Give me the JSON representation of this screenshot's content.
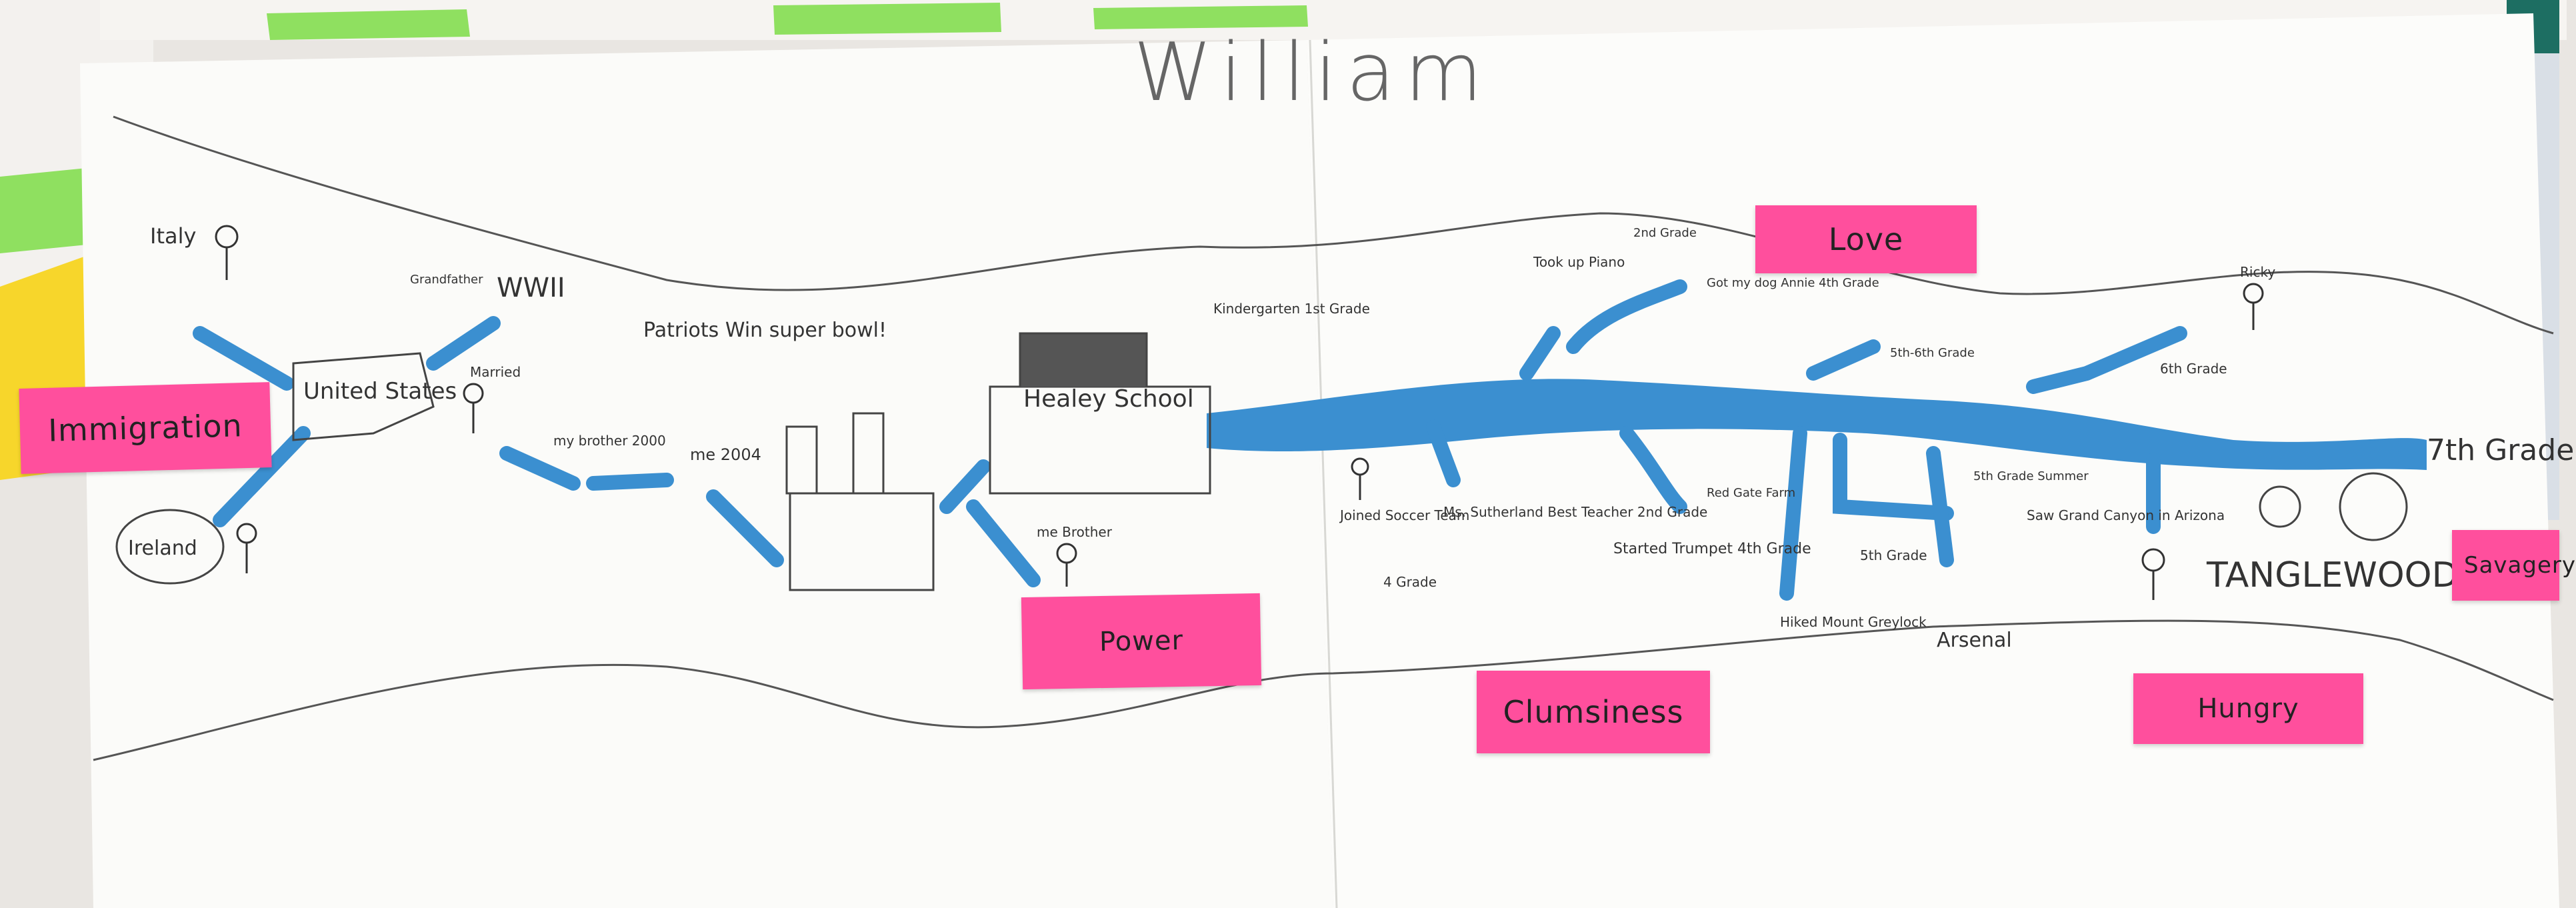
{
  "title": "William",
  "colors": {
    "river": "#3b8fd0",
    "note_pink": "#ff4f9d",
    "note_green": "#8fe060",
    "paper": "#fbfbf9"
  },
  "sticky_notes": {
    "immigration": "Immigration",
    "power": "Power",
    "love": "Love",
    "clumsiness": "Clumsiness",
    "hungry": "Hungry",
    "savagery": "Savagery"
  },
  "labels": {
    "italy": "Italy",
    "ireland": "Ireland",
    "united_states": "United States",
    "wwii": "WWII",
    "grandfather": "Grandfather",
    "married": "Married",
    "patriots": "Patriots Win super bowl!",
    "brother_2000": "my brother 2000",
    "me_2004": "me 2004",
    "healey_school": "Healey School",
    "me_brother": "me  Brother",
    "kindergarten": "Kindergarten 1st Grade",
    "joined_soccer": "Joined Soccer Team",
    "grade_4": "4 Grade",
    "ms_sutherland": "Ms. Sutherland Best Teacher 2nd Grade",
    "trumpet": "Started Trumpet 4th Grade",
    "took_piano": "Took up Piano",
    "grade_2": "2nd Grade",
    "got_dog": "Got my dog Annie 4th Grade",
    "grade_5_6": "5th-6th Grade",
    "red_gate": "Red Gate Farm",
    "grade_5_summer": "5th Grade Summer",
    "canyon": "Saw Grand Canyon in Arizona",
    "grade_5": "5th Grade",
    "greylock": "Hiked Mount Greylock",
    "arsenal": "Arsenal",
    "grade_6": "6th Grade",
    "ricky": "Ricky",
    "grade_7": "7th Grade",
    "tanglewood": "TANGLEWOOD"
  }
}
